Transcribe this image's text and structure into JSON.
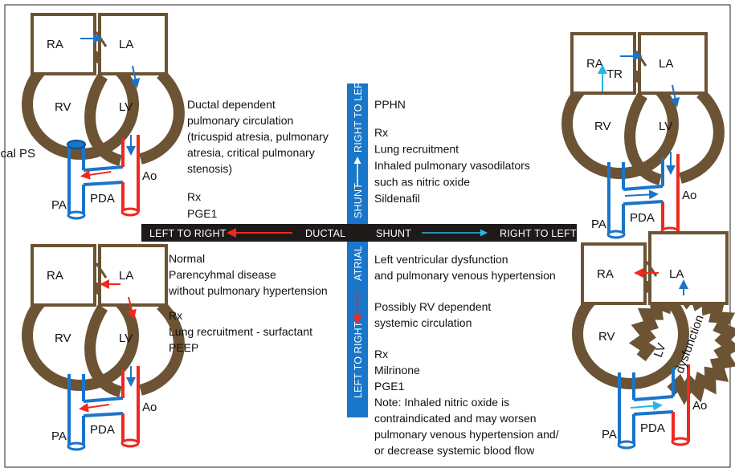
{
  "colors": {
    "muscle": "#6b5334",
    "blue": "#1a75c9",
    "red": "#f0281e",
    "cyan": "#27b5e8",
    "bar_black": "#1e1a1a",
    "bar_blue": "#1976c8"
  },
  "ductal_bar": {
    "left": "LEFT TO RIGHT",
    "ductal": "DUCTAL",
    "shunt": "SHUNT",
    "right": "RIGHT TO LEFT"
  },
  "atrial_bar": {
    "top_shunt": "SHUNT",
    "top_direction": "RIGHT TO LEFT",
    "atrial": "ATRIAL",
    "bottom_direction": "LEFT TO RIGHT"
  },
  "heart_labels": {
    "ra": "RA",
    "la": "LA",
    "rv": "RV",
    "lv": "LV",
    "pa": "PA",
    "pda": "PDA",
    "ao": "Ao",
    "tr": "TR",
    "critical_ps": "Critical PS",
    "dysfunction": "dysfunction"
  },
  "top_left_text": [
    "Ductal dependent",
    "pulmonary circulation",
    "(tricuspid atresia, pulmonary",
    "atresia, critical pulmonary",
    "stenosis)"
  ],
  "top_left_rx": [
    "Rx",
    "PGE1"
  ],
  "top_right_text": [
    "PPHN"
  ],
  "top_right_rx": [
    "Rx",
    "Lung recruitment",
    "Inhaled pulmonary vasodilators",
    "such as nitric oxide",
    "Sildenafil"
  ],
  "bottom_left_text": [
    "Normal",
    "Parencyhmal disease",
    "without pulmonary hypertension"
  ],
  "bottom_left_rx": [
    "Rx",
    "Lung recruitment - surfactant",
    "PEEP"
  ],
  "bottom_right_text": [
    "Left ventricular dysfunction",
    "and pulmonary venous hypertension"
  ],
  "bottom_right_text2": [
    "Possibly RV dependent",
    "systemic circulation"
  ],
  "bottom_right_rx": [
    "Rx",
    "Milrinone",
    "PGE1",
    "Note: Inhaled nitric oxide is",
    "contraindicated and may worsen",
    "pulmonary venous hypertension and/",
    "or decrease systemic blood flow"
  ]
}
